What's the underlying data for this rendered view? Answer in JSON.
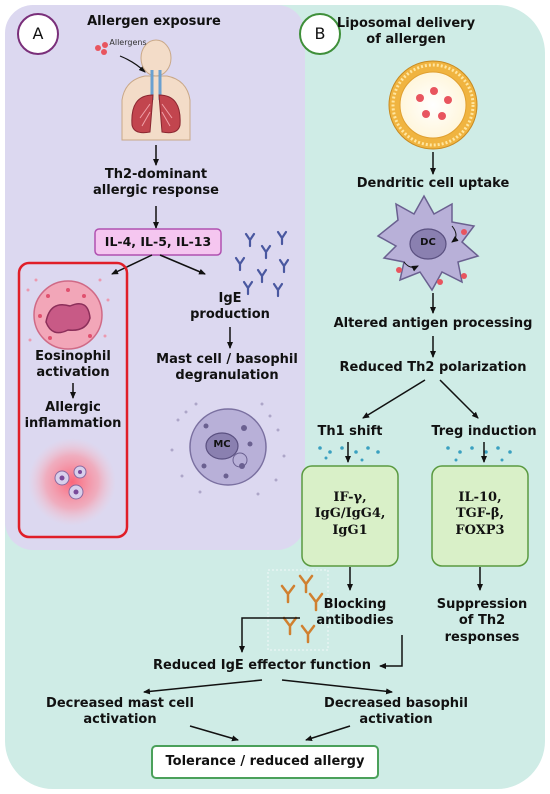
{
  "panel_a": {
    "badge": "A",
    "title": "Allergen exposure",
    "allergens_tag": "Allergens",
    "th2_response": "Th2-dominant\nallergic response",
    "cytokines": "IL-4, IL-5, IL-13",
    "eosinophil": "Eosinophil\nactivation",
    "allergic_inflammation": "Allergic\ninflammation",
    "ige": "IgE\nproduction",
    "mast_cell_deg": "Mast cell / basophil\ndegranulation",
    "mc_label": "MC"
  },
  "panel_b": {
    "badge": "B",
    "title": "Liposomal delivery\nof allergen",
    "dc_uptake": "Dendritic cell uptake",
    "dc_label": "DC",
    "altered": "Altered antigen processing",
    "reduced_th2": "Reduced Th2 polarization",
    "th1_shift": "Th1 shift",
    "treg": "Treg induction",
    "th1_box": "IF-γ,\nIgG/IgG4,\nIgG1",
    "treg_box": "IL-10,\nTGF-β,\nFOXP3",
    "blocking": "Blocking\nantibodies",
    "suppression": "Suppression\nof Th2\nresponses",
    "reduced_ige": "Reduced IgE effector function",
    "dec_mast": "Decreased mast cell\nactivation",
    "dec_baso": "Decreased basophil\nactivation",
    "tolerance": "Tolerance / reduced allergy"
  },
  "colors": {
    "panel_a_bg": "#dcd8f0",
    "panel_b_bg": "#cfece6",
    "badge_a": "#7a2f7a",
    "badge_b": "#3f8f3a",
    "cytokine_box": "#f5c6f0",
    "cytokine_border": "#b050b0",
    "red_box": "#e01e28",
    "green_box": "#d9f0c8",
    "green_border": "#5a9a40",
    "tolerance_border": "#4aa05a"
  }
}
